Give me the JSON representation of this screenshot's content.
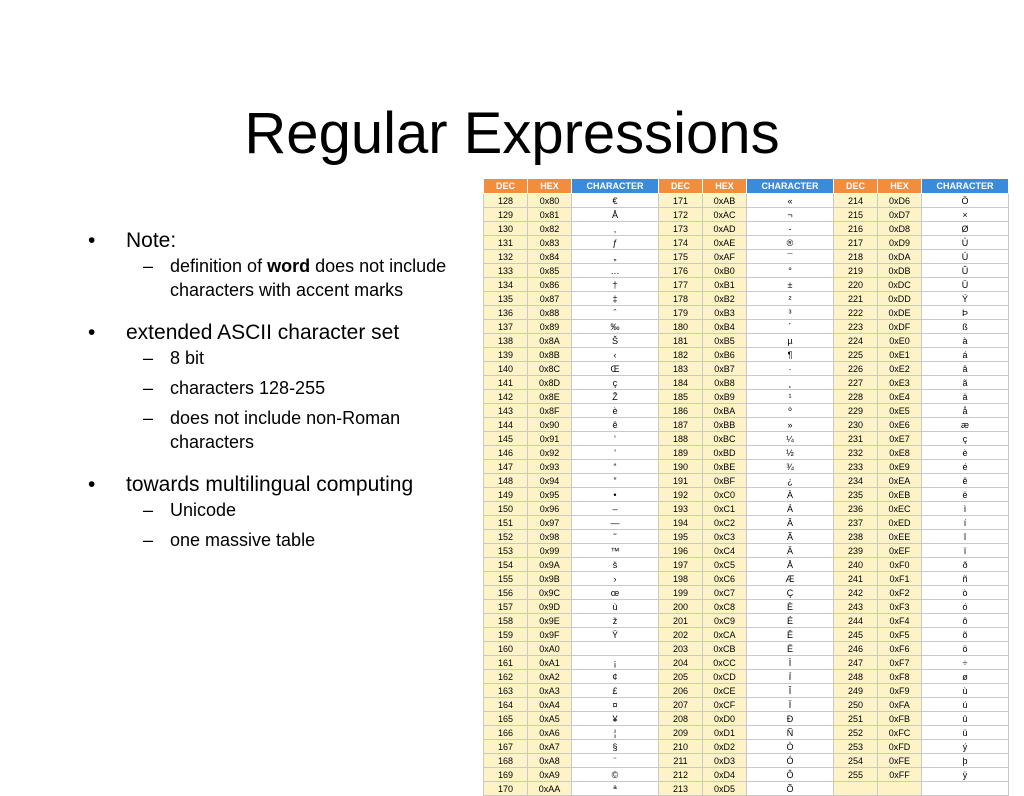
{
  "slide": {
    "title": "Regular Expressions",
    "bullets": [
      {
        "text": "Note:",
        "sub": [
          {
            "before": "definition of ",
            "bold": "word",
            "after": " does not include characters with accent marks"
          }
        ]
      },
      {
        "text": "extended ASCII character set",
        "sub": [
          {
            "before": "8 bit",
            "bold": "",
            "after": ""
          },
          {
            "before": "characters 128-255",
            "bold": "",
            "after": ""
          },
          {
            "before": "does not include non-Roman characters",
            "bold": "",
            "after": ""
          }
        ]
      },
      {
        "text": "towards multilingual computing",
        "sub": [
          {
            "before": "Unicode",
            "bold": "",
            "after": ""
          },
          {
            "before": "one massive table",
            "bold": "",
            "after": ""
          }
        ]
      }
    ]
  },
  "table": {
    "headers": [
      "DEC",
      "HEX",
      "CHARACTER"
    ],
    "header_colors": {
      "dec_hex": "#f28d3c",
      "character": "#3a8bdb"
    },
    "cell_colors": {
      "dec_hex": "#fdf3c7",
      "character": "#ffffff"
    },
    "rows": [
      [
        "128",
        "0x80",
        "€",
        "171",
        "0xAB",
        "«",
        "214",
        "0xD6",
        "Ö"
      ],
      [
        "129",
        "0x81",
        "Å",
        "172",
        "0xAC",
        "¬",
        "215",
        "0xD7",
        "×"
      ],
      [
        "130",
        "0x82",
        "‚",
        "173",
        "0xAD",
        "-",
        "216",
        "0xD8",
        "Ø"
      ],
      [
        "131",
        "0x83",
        "ƒ",
        "174",
        "0xAE",
        "®",
        "217",
        "0xD9",
        "Ù"
      ],
      [
        "132",
        "0x84",
        "„",
        "175",
        "0xAF",
        "¯",
        "218",
        "0xDA",
        "Ú"
      ],
      [
        "133",
        "0x85",
        "…",
        "176",
        "0xB0",
        "°",
        "219",
        "0xDB",
        "Û"
      ],
      [
        "134",
        "0x86",
        "†",
        "177",
        "0xB1",
        "±",
        "220",
        "0xDC",
        "Ü"
      ],
      [
        "135",
        "0x87",
        "‡",
        "178",
        "0xB2",
        "²",
        "221",
        "0xDD",
        "Ý"
      ],
      [
        "136",
        "0x88",
        "ˆ",
        "179",
        "0xB3",
        "³",
        "222",
        "0xDE",
        "Þ"
      ],
      [
        "137",
        "0x89",
        "‰",
        "180",
        "0xB4",
        "´",
        "223",
        "0xDF",
        "ß"
      ],
      [
        "138",
        "0x8A",
        "Š",
        "181",
        "0xB5",
        "µ",
        "224",
        "0xE0",
        "à"
      ],
      [
        "139",
        "0x8B",
        "‹",
        "182",
        "0xB6",
        "¶",
        "225",
        "0xE1",
        "á"
      ],
      [
        "140",
        "0x8C",
        "Œ",
        "183",
        "0xB7",
        "·",
        "226",
        "0xE2",
        "â"
      ],
      [
        "141",
        "0x8D",
        "ç",
        "184",
        "0xB8",
        "¸",
        "227",
        "0xE3",
        "ã"
      ],
      [
        "142",
        "0x8E",
        "Ž",
        "185",
        "0xB9",
        "¹",
        "228",
        "0xE4",
        "ä"
      ],
      [
        "143",
        "0x8F",
        "è",
        "186",
        "0xBA",
        "º",
        "229",
        "0xE5",
        "å"
      ],
      [
        "144",
        "0x90",
        "ê",
        "187",
        "0xBB",
        "»",
        "230",
        "0xE6",
        "æ"
      ],
      [
        "145",
        "0x91",
        "‘",
        "188",
        "0xBC",
        "¼",
        "231",
        "0xE7",
        "ç"
      ],
      [
        "146",
        "0x92",
        "’",
        "189",
        "0xBD",
        "½",
        "232",
        "0xE8",
        "è"
      ],
      [
        "147",
        "0x93",
        "“",
        "190",
        "0xBE",
        "¾",
        "233",
        "0xE9",
        "é"
      ],
      [
        "148",
        "0x94",
        "”",
        "191",
        "0xBF",
        "¿",
        "234",
        "0xEA",
        "ê"
      ],
      [
        "149",
        "0x95",
        "•",
        "192",
        "0xC0",
        "À",
        "235",
        "0xEB",
        "ë"
      ],
      [
        "150",
        "0x96",
        "–",
        "193",
        "0xC1",
        "Á",
        "236",
        "0xEC",
        "ì"
      ],
      [
        "151",
        "0x97",
        "—",
        "194",
        "0xC2",
        "Â",
        "237",
        "0xED",
        "í"
      ],
      [
        "152",
        "0x98",
        "˜",
        "195",
        "0xC3",
        "Ã",
        "238",
        "0xEE",
        "î"
      ],
      [
        "153",
        "0x99",
        "™",
        "196",
        "0xC4",
        "Ä",
        "239",
        "0xEF",
        "ï"
      ],
      [
        "154",
        "0x9A",
        "š",
        "197",
        "0xC5",
        "Å",
        "240",
        "0xF0",
        "ð"
      ],
      [
        "155",
        "0x9B",
        "›",
        "198",
        "0xC6",
        "Æ",
        "241",
        "0xF1",
        "ñ"
      ],
      [
        "156",
        "0x9C",
        "œ",
        "199",
        "0xC7",
        "Ç",
        "242",
        "0xF2",
        "ò"
      ],
      [
        "157",
        "0x9D",
        "ù",
        "200",
        "0xC8",
        "È",
        "243",
        "0xF3",
        "ó"
      ],
      [
        "158",
        "0x9E",
        "ž",
        "201",
        "0xC9",
        "É",
        "244",
        "0xF4",
        "ô"
      ],
      [
        "159",
        "0x9F",
        "Ÿ",
        "202",
        "0xCA",
        "Ê",
        "245",
        "0xF5",
        "õ"
      ],
      [
        "160",
        "0xA0",
        "",
        "203",
        "0xCB",
        "Ë",
        "246",
        "0xF6",
        "ö"
      ],
      [
        "161",
        "0xA1",
        "¡",
        "204",
        "0xCC",
        "Ì",
        "247",
        "0xF7",
        "÷"
      ],
      [
        "162",
        "0xA2",
        "¢",
        "205",
        "0xCD",
        "Í",
        "248",
        "0xF8",
        "ø"
      ],
      [
        "163",
        "0xA3",
        "£",
        "206",
        "0xCE",
        "Î",
        "249",
        "0xF9",
        "ù"
      ],
      [
        "164",
        "0xA4",
        "¤",
        "207",
        "0xCF",
        "Ï",
        "250",
        "0xFA",
        "ú"
      ],
      [
        "165",
        "0xA5",
        "¥",
        "208",
        "0xD0",
        "Ð",
        "251",
        "0xFB",
        "û"
      ],
      [
        "166",
        "0xA6",
        "¦",
        "209",
        "0xD1",
        "Ñ",
        "252",
        "0xFC",
        "ü"
      ],
      [
        "167",
        "0xA7",
        "§",
        "210",
        "0xD2",
        "Ò",
        "253",
        "0xFD",
        "ý"
      ],
      [
        "168",
        "0xA8",
        "¨",
        "211",
        "0xD3",
        "Ó",
        "254",
        "0xFE",
        "þ"
      ],
      [
        "169",
        "0xA9",
        "©",
        "212",
        "0xD4",
        "Ô",
        "255",
        "0xFF",
        "ÿ"
      ],
      [
        "170",
        "0xAA",
        "ª",
        "213",
        "0xD5",
        "Õ",
        "",
        "",
        ""
      ]
    ]
  }
}
